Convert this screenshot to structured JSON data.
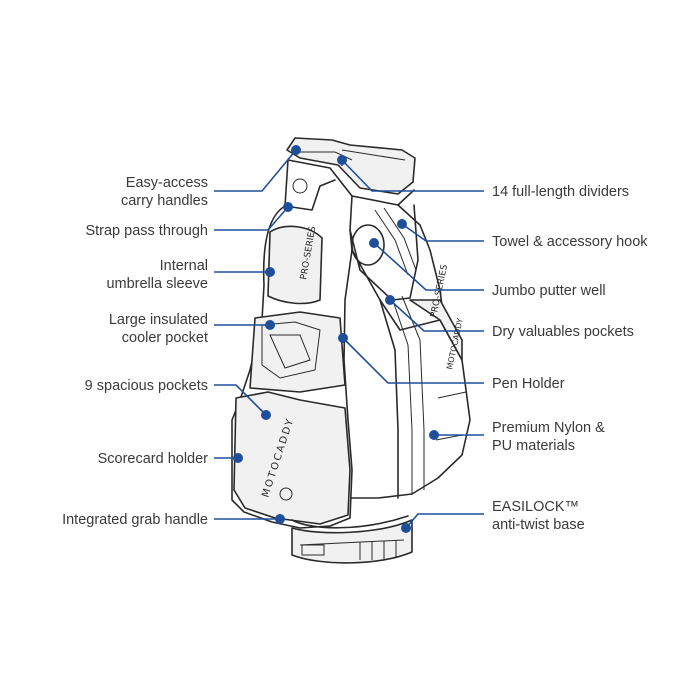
{
  "brand": {
    "wordmark": "MOTOCADDY",
    "series_mark": "PRO-SERIES"
  },
  "accent_color": "#1f4f9a",
  "callouts": {
    "easy_access_handles": "Easy-access\ncarry handles",
    "strap_pass_through": "Strap pass through",
    "umbrella_sleeve": "Internal\numbrella sleeve",
    "cooler_pocket": "Large insulated\ncooler pocket",
    "spacious_pockets": "9 spacious pockets",
    "scorecard_holder": "Scorecard holder",
    "grab_handle": "Integrated grab handle",
    "dividers": "14 full-length dividers",
    "towel_hook": "Towel & accessory hook",
    "putter_well": "Jumbo putter well",
    "valuables_pockets": "Dry valuables pockets",
    "pen_holder": "Pen Holder",
    "materials": "Premium Nylon &\nPU materials",
    "base": "EASILOCK™\nanti-twist base"
  }
}
